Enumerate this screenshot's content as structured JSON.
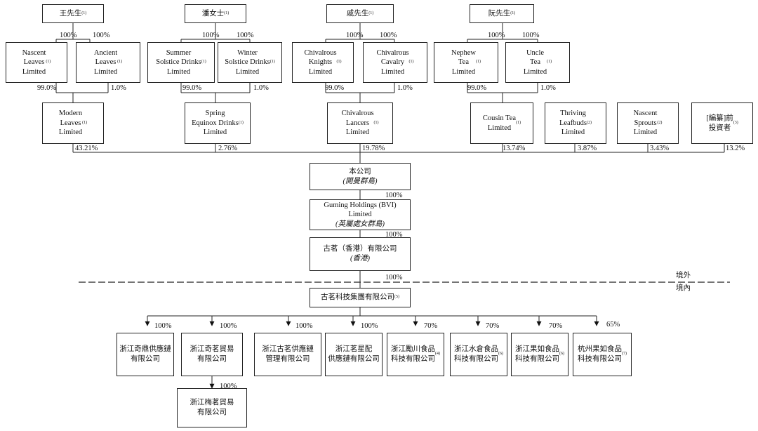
{
  "entities": {
    "wang": {
      "label": "王先生",
      "note": "(1)"
    },
    "pan": {
      "label": "潘女士",
      "note": "(1)"
    },
    "qi": {
      "label": "戚先生",
      "note": "(1)"
    },
    "ruan": {
      "label": "阮先生",
      "note": "(1)"
    },
    "nascent_leaves": {
      "label": "Nascent\nLeaves\nLimited",
      "note": "(1)"
    },
    "ancient_leaves": {
      "label": "Ancient\nLeaves\nLimited",
      "note": "(1)"
    },
    "summer": {
      "label": "Summer\nSolstice Drinks\nLimited",
      "note": "(1)"
    },
    "winter": {
      "label": "Winter\nSolstice Drinks\nLimited",
      "note": "(1)"
    },
    "knights": {
      "label": "Chivalrous\nKnights\nLimited",
      "note": "(1)"
    },
    "cavalry": {
      "label": "Chivalrous\nCavalry\nLimited",
      "note": "(1)"
    },
    "nephew": {
      "label": "Nephew\nTea\nLimited",
      "note": "(1)"
    },
    "uncle": {
      "label": "Uncle\nTea\nLimited",
      "note": "(1)"
    },
    "modern": {
      "label": "Modern\nLeaves\nLimited",
      "note": "(1)"
    },
    "spring": {
      "label": "Spring\nEquinox Drinks\nLimited",
      "note": "(1)"
    },
    "lancers": {
      "label": "Chivalrous\nLancers\nLimited",
      "note": "(1)"
    },
    "cousin": {
      "label": "Cousin Tea\nLimited",
      "note": "(1)"
    },
    "thriving": {
      "label": "Thriving\nLeafbuds\nLimited",
      "note": "(2)"
    },
    "sprouts": {
      "label": "Nascent\nSprouts\nLimited",
      "note": "(2)"
    },
    "investors": {
      "label": "[編纂]前\n投資者",
      "note": "(3)"
    },
    "company": {
      "label": "本公司",
      "sub": "(開曼群島)"
    },
    "bvi": {
      "label": "Guming Holdings (BVI) Limited",
      "sub": "(英屬處女群島)"
    },
    "hk": {
      "label": "古茗（香港）有限公司",
      "sub": "(香港)"
    },
    "tech": {
      "label": "古茗科技集團有限公司",
      "note": "(5)"
    },
    "s1": {
      "label": "浙江奇鼎供應鏈\n有限公司"
    },
    "s2": {
      "label": "浙江奇茗貿易\n有限公司"
    },
    "s3": {
      "label": "浙江古茗供應鏈\n管理有限公司"
    },
    "s4": {
      "label": "浙江茗星配\n供應鏈有限公司"
    },
    "s5": {
      "label": "浙江勵川食品\n科技有限公司",
      "note": "(4)"
    },
    "s6": {
      "label": "浙江水倉食品\n科技有限公司",
      "note": "(6)"
    },
    "s7": {
      "label": "浙江果如食品\n科技有限公司",
      "note": "(6)"
    },
    "s8": {
      "label": "杭州果如食品\n科技有限公司",
      "note": "(7)"
    },
    "s9": {
      "label": "浙江梅茗貿易\n有限公司"
    }
  },
  "ownership": {
    "wang_nl": "100%",
    "wang_al": "100%",
    "pan_su": "100%",
    "pan_wi": "100%",
    "qi_kn": "100%",
    "qi_ca": "100%",
    "ruan_ne": "100%",
    "ruan_un": "100%",
    "nl_mo": "99.0%",
    "al_mo": "1.0%",
    "su_sp": "99.0%",
    "wi_sp": "1.0%",
    "kn_la": "99.0%",
    "ca_la": "1.0%",
    "ne_co": "99.0%",
    "un_co": "1.0%",
    "mo_co": "43.21%",
    "sp_co": "2.76%",
    "la_co": "19.78%",
    "cu_co": "13.74%",
    "th_co": "3.87%",
    "ns_co": "3.43%",
    "iv_co": "13.2%",
    "co_bvi": "100%",
    "bvi_hk": "100%",
    "hk_tech": "100%",
    "s1": "100%",
    "s2": "100%",
    "s3": "100%",
    "s4": "100%",
    "s5": "70%",
    "s6": "70%",
    "s7": "70%",
    "s8": "65%",
    "s9": "100%"
  },
  "zones": {
    "offshore": "境外",
    "onshore": "境內"
  }
}
